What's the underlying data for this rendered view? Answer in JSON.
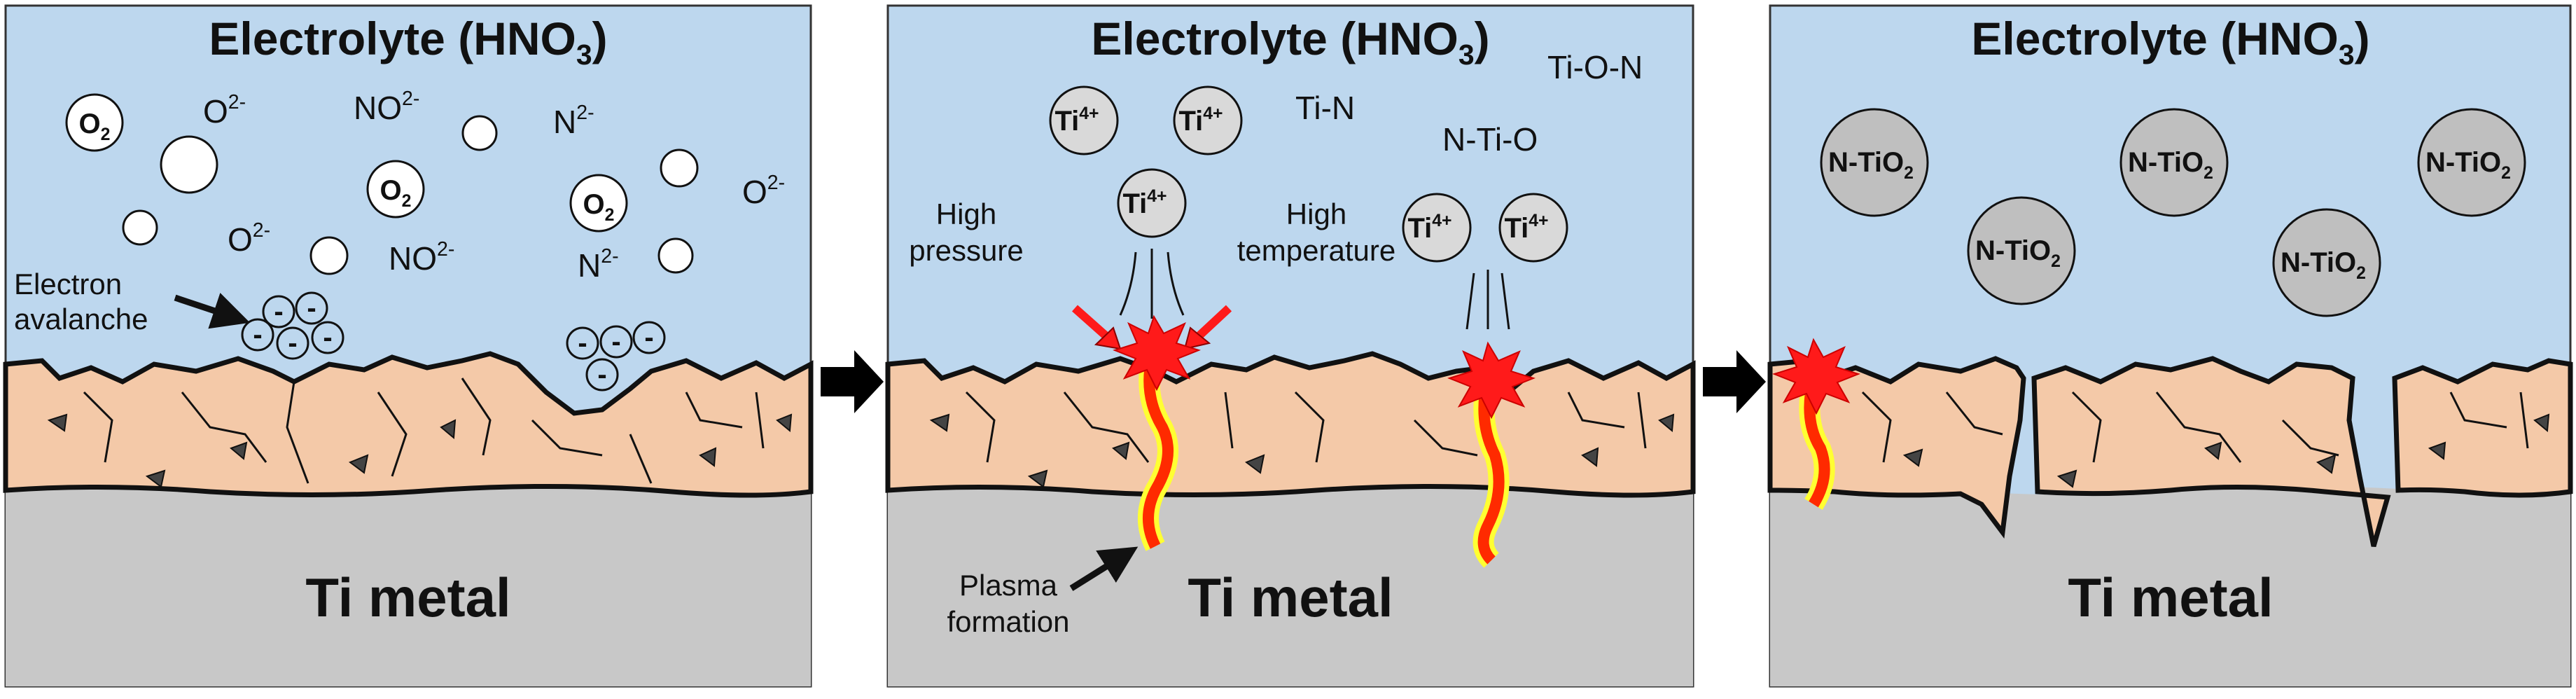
{
  "panels": [
    {
      "title": "Electrolyte (HNO3)",
      "title_main": "Electrolyte (HNO",
      "title_sub": "3",
      "title_end": ")",
      "metal_label": "Ti metal",
      "o2_badges": [
        {
          "main": "O",
          "sub": "2"
        },
        {
          "main": "O",
          "sub": "2"
        },
        {
          "main": "O",
          "sub": "2"
        }
      ],
      "ions": [
        {
          "base": "O",
          "sup": "2-"
        },
        {
          "base": "NO",
          "sup": "2-"
        },
        {
          "base": "N",
          "sup": "2-"
        },
        {
          "base": "O",
          "sup": "2-"
        },
        {
          "base": "O",
          "sup": "2-"
        },
        {
          "base": "NO",
          "sup": "2-"
        },
        {
          "base": "N",
          "sup": "2-"
        }
      ],
      "electron_symbol": "-",
      "annotation": {
        "line1": "Electron",
        "line2": "avalanche"
      }
    },
    {
      "title": "Electrolyte (HNO3)",
      "title_main": "Electrolyte (HNO",
      "title_sub": "3",
      "title_end": ")",
      "metal_label": "Ti metal",
      "ti_ions": [
        {
          "base": "Ti",
          "sup": "4+"
        },
        {
          "base": "Ti",
          "sup": "4+"
        },
        {
          "base": "Ti",
          "sup": "4+"
        },
        {
          "base": "Ti",
          "sup": "4+"
        },
        {
          "base": "Ti",
          "sup": "4+"
        }
      ],
      "species": [
        "Ti-O-N",
        "Ti-N",
        "N-Ti-O"
      ],
      "high_pressure": {
        "line1": "High",
        "line2": "pressure"
      },
      "high_temperature": {
        "line1": "High",
        "line2": "temperature"
      },
      "plasma": {
        "line1": "Plasma",
        "line2": "formation"
      }
    },
    {
      "title": "Electrolyte (HNO3)",
      "title_main": "Electrolyte (HNO",
      "title_sub": "3",
      "title_end": ")",
      "metal_label": "Ti metal",
      "particles": [
        {
          "main": "N-TiO",
          "sub": "2"
        },
        {
          "main": "N-TiO",
          "sub": "2"
        },
        {
          "main": "N-TiO",
          "sub": "2"
        },
        {
          "main": "N-TiO",
          "sub": "2"
        },
        {
          "main": "N-TiO",
          "sub": "2"
        }
      ]
    }
  ],
  "colors": {
    "electrolyte": "#bdd7ee",
    "oxide": "#f4c9a8",
    "metal": "#c8c8c8",
    "particle": "#bfbfbf",
    "spark": "#ff1a1a",
    "channel": "#ff2a00",
    "channel_glow": "#ffff33"
  }
}
